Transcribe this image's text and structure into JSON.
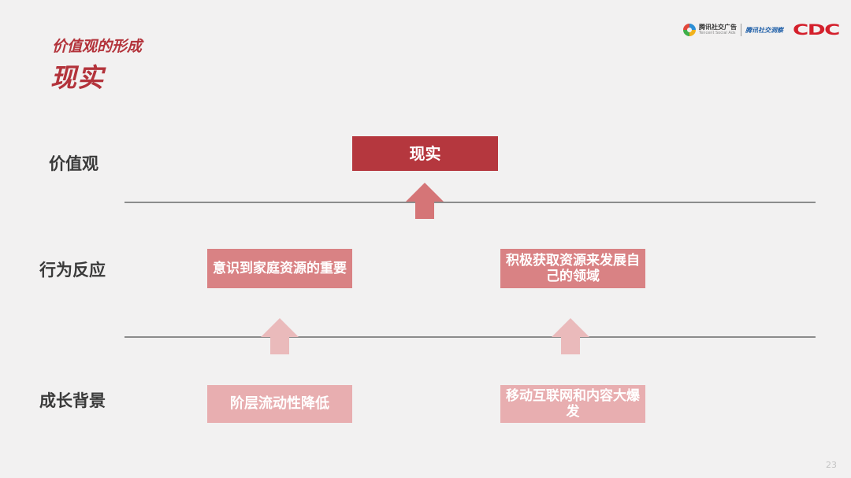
{
  "header": {
    "subtitle": "价值观的形成",
    "title": "现实"
  },
  "logos": {
    "tencent_cn": "腾讯社交广告",
    "tencent_en": "Tencent Social Ads",
    "insight": "腾讯社交洞察",
    "cdc": "CDC"
  },
  "rows": {
    "values_label": "价值观",
    "response_label": "行为反应",
    "background_label": "成长背景"
  },
  "boxes": {
    "values_reality": "现实",
    "response_left": "意识到家庭资源的重要",
    "response_right": "积极获取资源来发展自己的领域",
    "background_left": "阶层流动性降低",
    "background_right": "移动互联网和内容大爆发"
  },
  "colors": {
    "accent_dark": "#b5373e",
    "accent_mid": "#d98284",
    "accent_light": "#e8aeb0",
    "arrow_dark": "#d57577",
    "arrow_light": "#eababb",
    "line": "#8c8c8c"
  },
  "page_number": "23"
}
